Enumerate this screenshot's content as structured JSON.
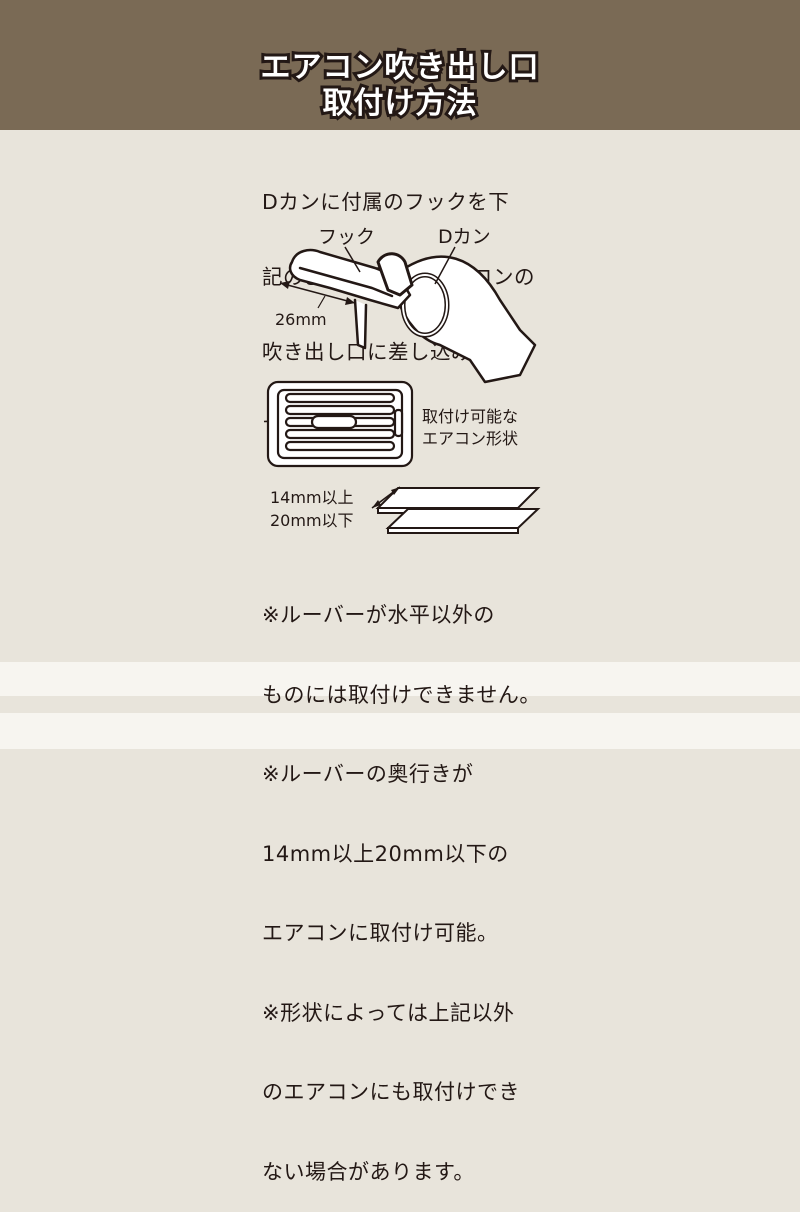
{
  "header": {
    "title_line1": "エアコン吹き出し口",
    "title_line2": "取付け方法",
    "background_color": "#7a6a55"
  },
  "intro": {
    "lines": [
      "Dカンに付属のフックを下",
      "記のように通し、エアコンの",
      "吹き出し口に差し込みま",
      "す。"
    ]
  },
  "diagram": {
    "hook_label": "フック",
    "dkan_label": "Dカン",
    "width_label": "26mm"
  },
  "vent": {
    "caption_line1": "取付け可能な",
    "caption_line2": "エアコン形状"
  },
  "louver": {
    "min_label": "14mm以上",
    "max_label": "20mm以下"
  },
  "notes": {
    "lines": [
      "※ルーバーが水平以外の",
      "ものには取付けできません。",
      "※ルーバーの奥行きが",
      "14mm以上20mm以下の",
      "エアコンに取付け可能。",
      "※形状によっては上記以外",
      "のエアコンにも取付けでき",
      "ない場合があります。"
    ]
  }
}
